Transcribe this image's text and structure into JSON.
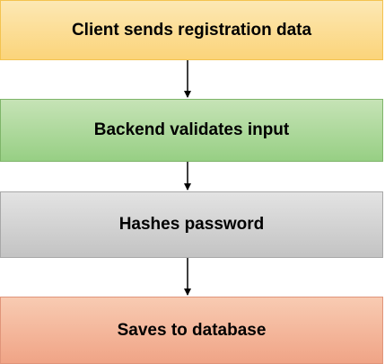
{
  "steps": [
    {
      "label": "Client sends registration data"
    },
    {
      "label": "Backend validates input"
    },
    {
      "label": "Hashes password"
    },
    {
      "label": "Saves to database"
    }
  ],
  "colors": {
    "step1": "#fbd47a",
    "step2": "#97cf84",
    "step3": "#c3c3c3",
    "step4": "#f0a486",
    "arrow": "#000000"
  }
}
